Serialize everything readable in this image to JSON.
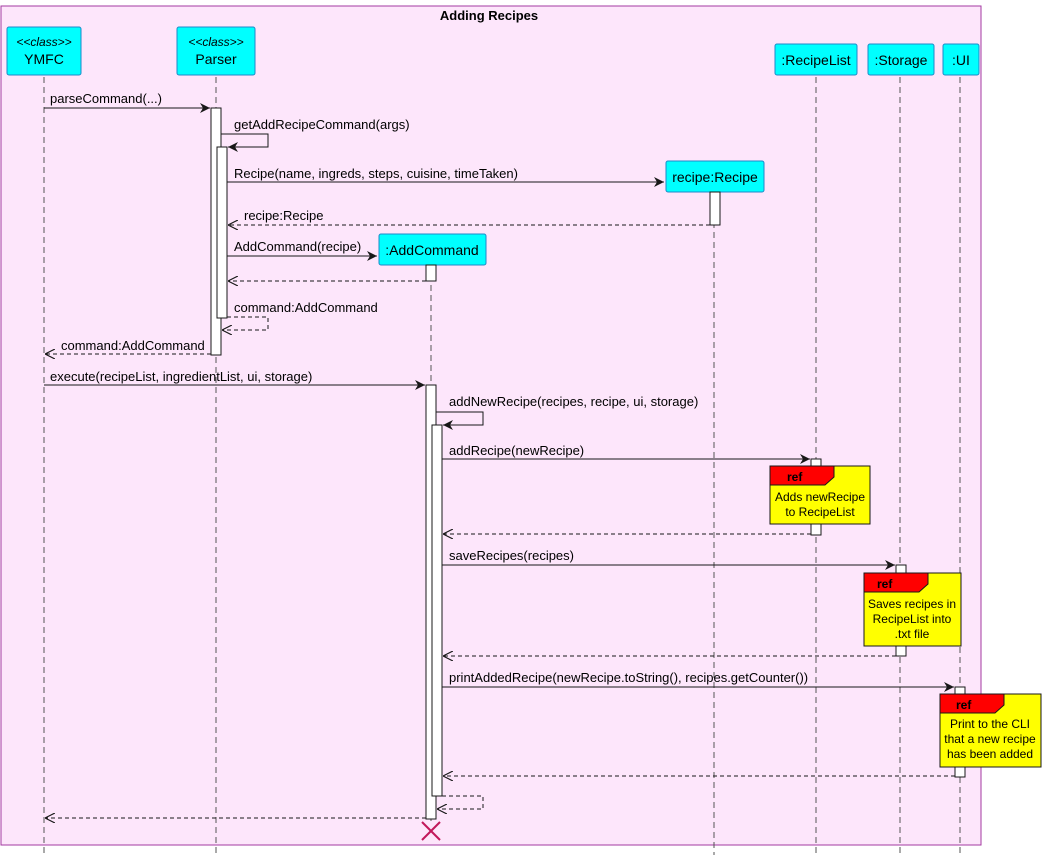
{
  "frame": {
    "title": "Adding Recipes"
  },
  "participants": {
    "ymfc": {
      "stereotype": "<<class>>",
      "name": "YMFC"
    },
    "parser": {
      "stereotype": "<<class>>",
      "name": "Parser"
    },
    "recipelist": {
      "name": ":RecipeList"
    },
    "storage": {
      "name": ":Storage"
    },
    "ui": {
      "name": ":UI"
    },
    "recipe": {
      "name": "recipe:Recipe"
    },
    "addcommand": {
      "name": ":AddCommand"
    }
  },
  "messages": {
    "m1": "parseCommand(...)",
    "m2": "getAddRecipeCommand(args)",
    "m3": "Recipe(name, ingreds, steps, cuisine, timeTaken)",
    "m4": "recipe:Recipe",
    "m5": "AddCommand(recipe)",
    "m7": "command:AddCommand",
    "m8": "command:AddCommand",
    "m9": "execute(recipeList, ingredientList, ui, storage)",
    "m10": "addNewRecipe(recipes, recipe, ui, storage)",
    "m11": "addRecipe(newRecipe)",
    "m13": "saveRecipes(recipes)",
    "m15": "printAddedRecipe(newRecipe.toString(), recipes.getCounter())"
  },
  "refs": {
    "r1": {
      "label": "ref",
      "lines": [
        "Adds newRecipe",
        "to RecipeList"
      ]
    },
    "r2": {
      "label": "ref",
      "lines": [
        "Saves recipes in",
        "RecipeList into",
        ".txt file"
      ]
    },
    "r3": {
      "label": "ref",
      "lines": [
        "Print to the CLI",
        "that a new recipe",
        "has been added"
      ]
    }
  },
  "colors": {
    "frame_bg": "#fde6fb",
    "frame_border": "#a33aa0",
    "participant_fill": "#00ffff",
    "participant_border": "#1e88c8",
    "ref_fill": "#ffff00",
    "ref_tab": "#ff0000",
    "destroy": "#c2185b"
  }
}
